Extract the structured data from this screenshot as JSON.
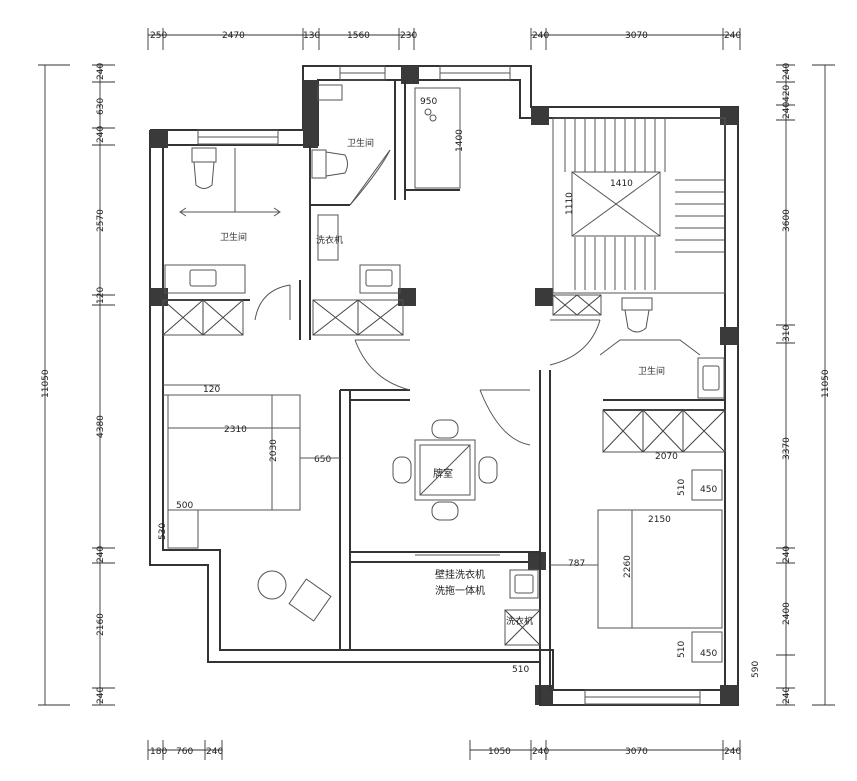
{
  "dims": {
    "top_left": [
      "250",
      "2470",
      "130",
      "1560",
      "230"
    ],
    "top_right": [
      "240",
      "3070",
      "240"
    ],
    "left": [
      "240",
      "630",
      "240",
      "2570",
      "120",
      "4380",
      "240",
      "2160",
      "240"
    ],
    "left_total": "11050",
    "right": [
      "240",
      "420",
      "240",
      "3600",
      "310",
      "3370",
      "240",
      "2400",
      "590",
      "240"
    ],
    "right_total": "11050",
    "bottom_left": [
      "180",
      "760",
      "240"
    ],
    "bottom_right": [
      "1050",
      "240",
      "3070",
      "240"
    ],
    "interior": {
      "d950": "950",
      "d1400": "1400",
      "d1410": "1410",
      "d1110": "1110",
      "d120": "120",
      "d2310": "2310",
      "d2030": "2030",
      "d650": "650",
      "d500": "500",
      "d530": "530",
      "d2070": "2070",
      "d510a": "510",
      "d450a": "450",
      "d2150": "2150",
      "d787": "787",
      "d2260": "2260",
      "d510b": "510",
      "d450b": "450",
      "d510c": "510"
    }
  },
  "rooms": {
    "bath_left": "卫生间",
    "bath_center": "卫生间",
    "bath_right": "卫生间",
    "washer_room": "洗衣机",
    "chess_room": "牌室",
    "wall_washer": "壁挂洗衣机",
    "mop_machine": "洗拖一体机",
    "washer_small": "洗衣机"
  }
}
